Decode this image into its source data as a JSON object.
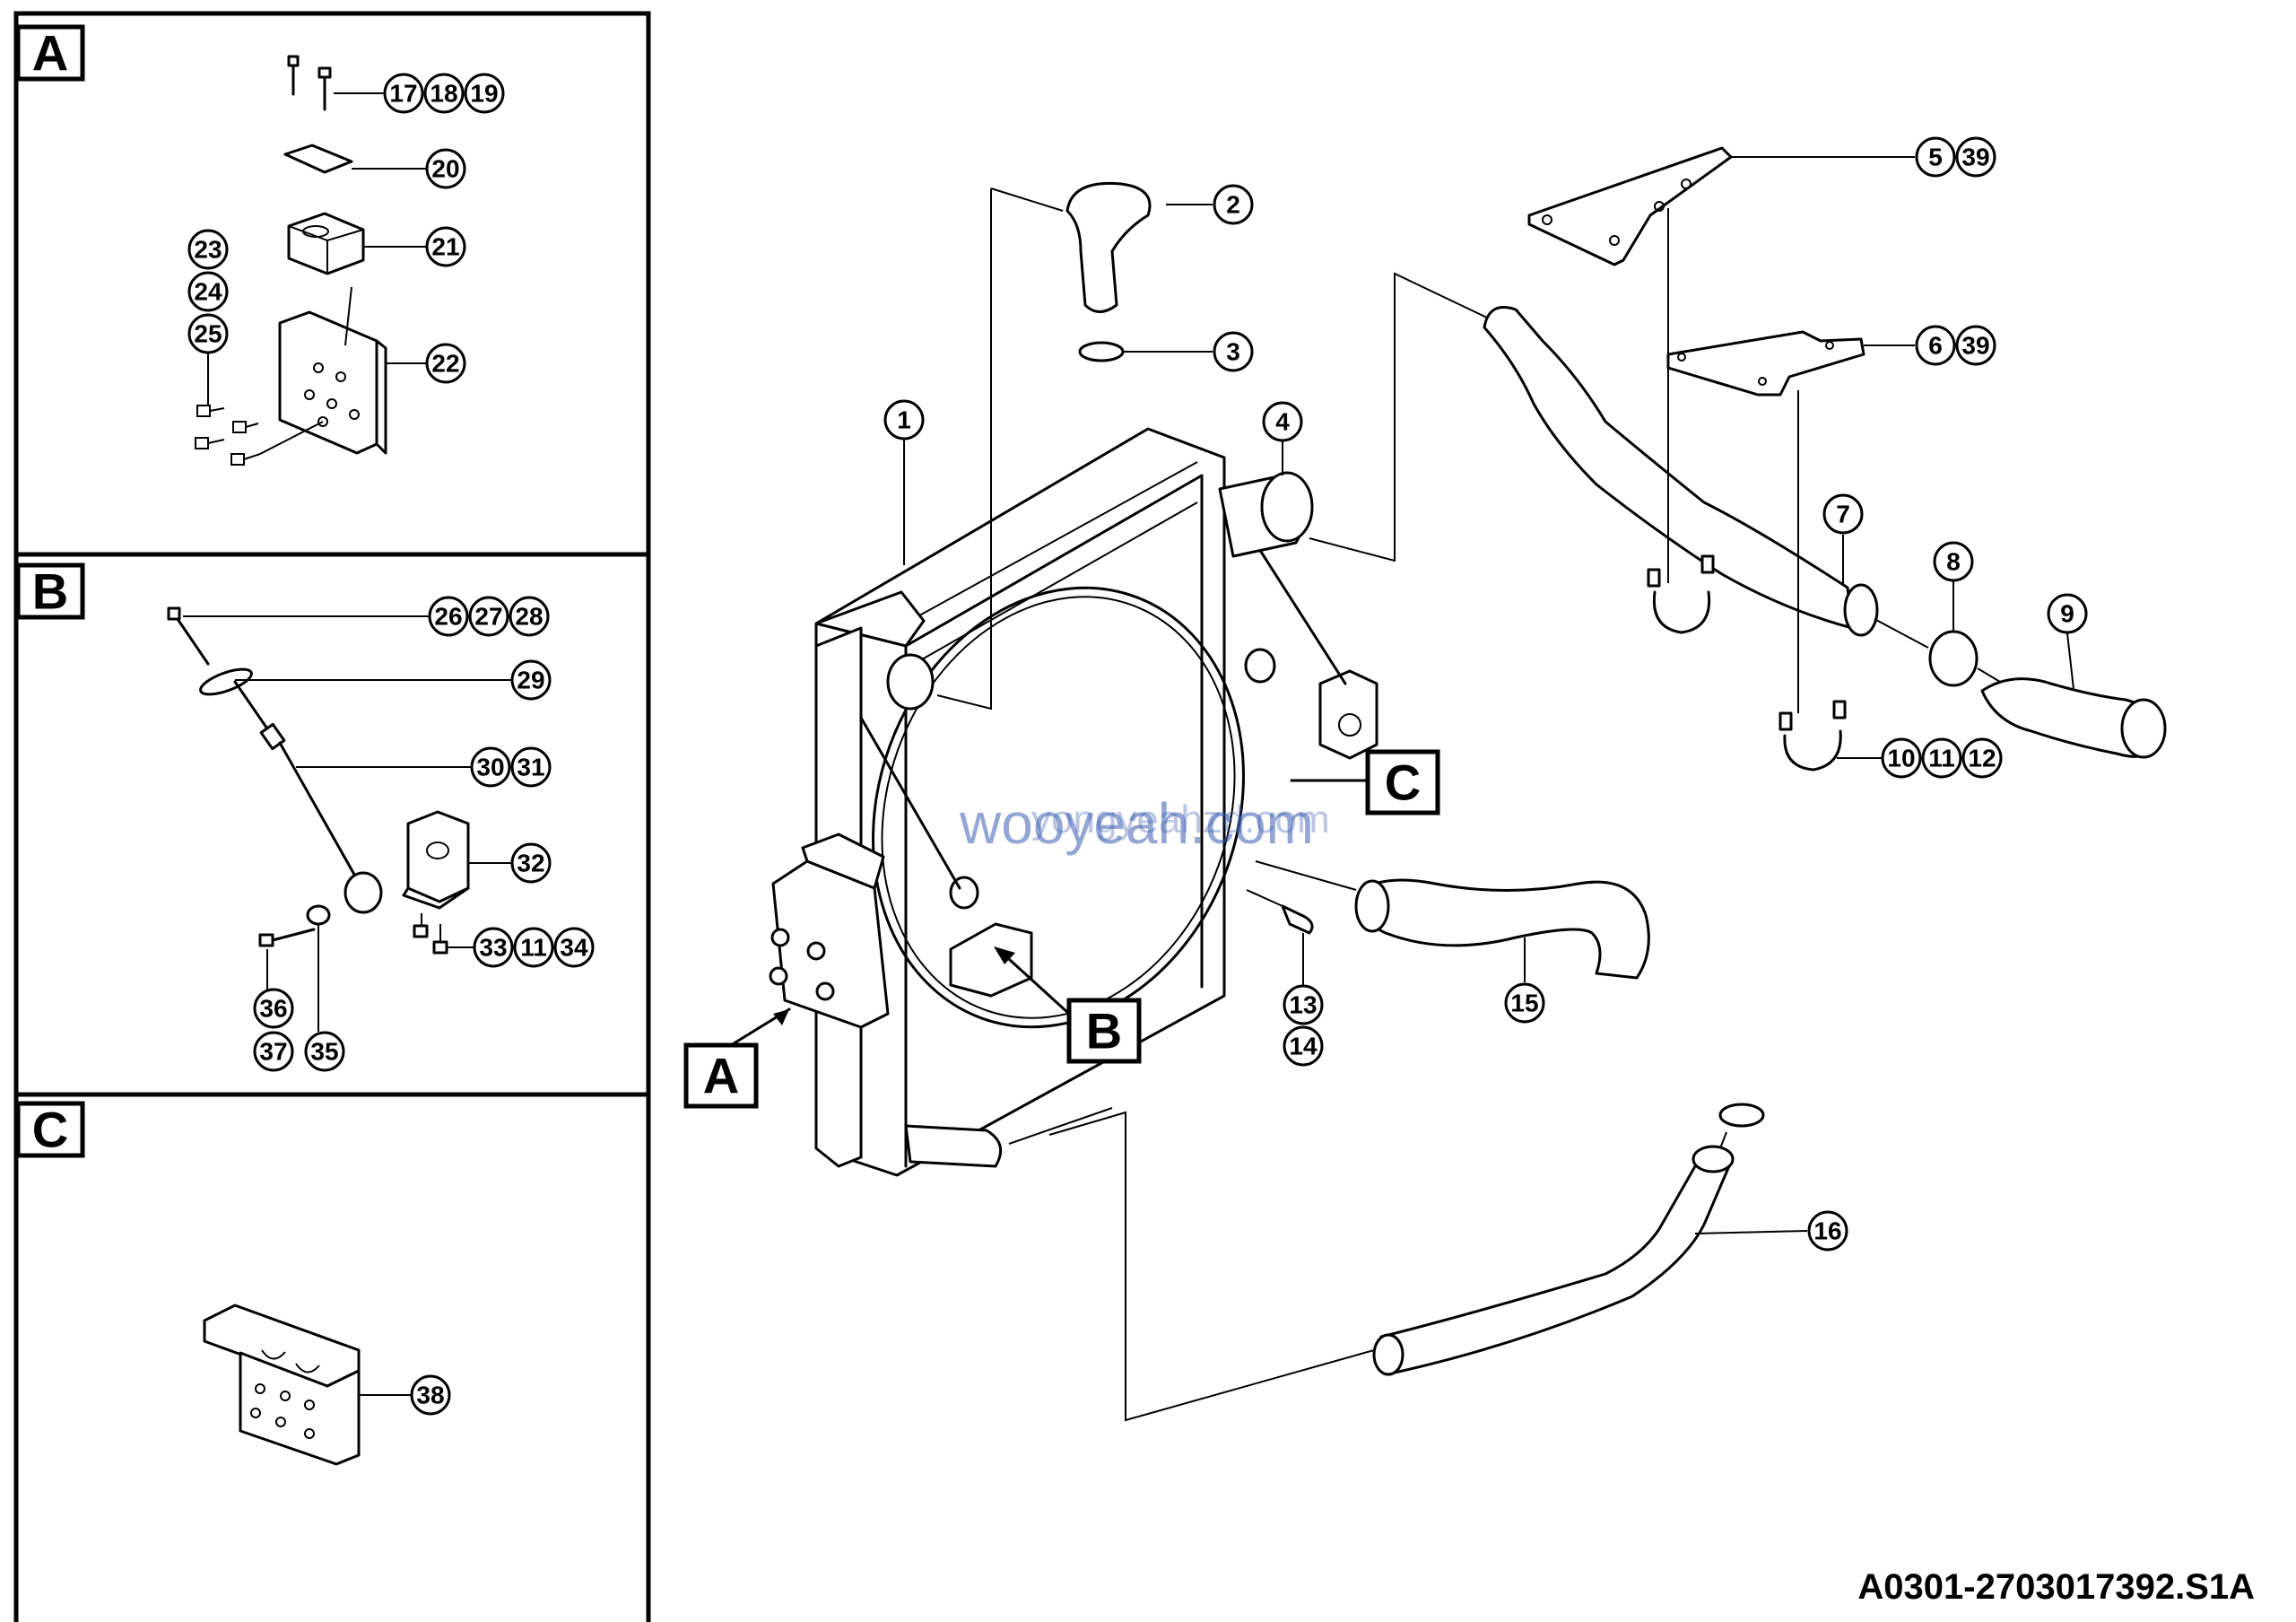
{
  "drawing_code": "A0301-2703017392.S1A",
  "watermark": "wooyeah.com",
  "watermark_ghost": "yongyeahzd.com",
  "panels": [
    {
      "letter": "A"
    },
    {
      "letter": "B"
    },
    {
      "letter": "C"
    }
  ],
  "detail_markers": [
    {
      "letter": "A"
    },
    {
      "letter": "B"
    },
    {
      "letter": "C"
    }
  ],
  "callouts": {
    "panel_a": [
      "17",
      "18",
      "19",
      "20",
      "21",
      "22",
      "23",
      "24",
      "25"
    ],
    "panel_b": [
      "26",
      "27",
      "28",
      "29",
      "30",
      "31",
      "32",
      "33",
      "11",
      "34",
      "36",
      "37",
      "35"
    ],
    "panel_c": [
      "38"
    ],
    "main": [
      "1",
      "2",
      "3",
      "4",
      "5",
      "39",
      "6",
      "39",
      "7",
      "8",
      "9",
      "10",
      "11",
      "12",
      "13",
      "14",
      "15",
      "16"
    ]
  }
}
